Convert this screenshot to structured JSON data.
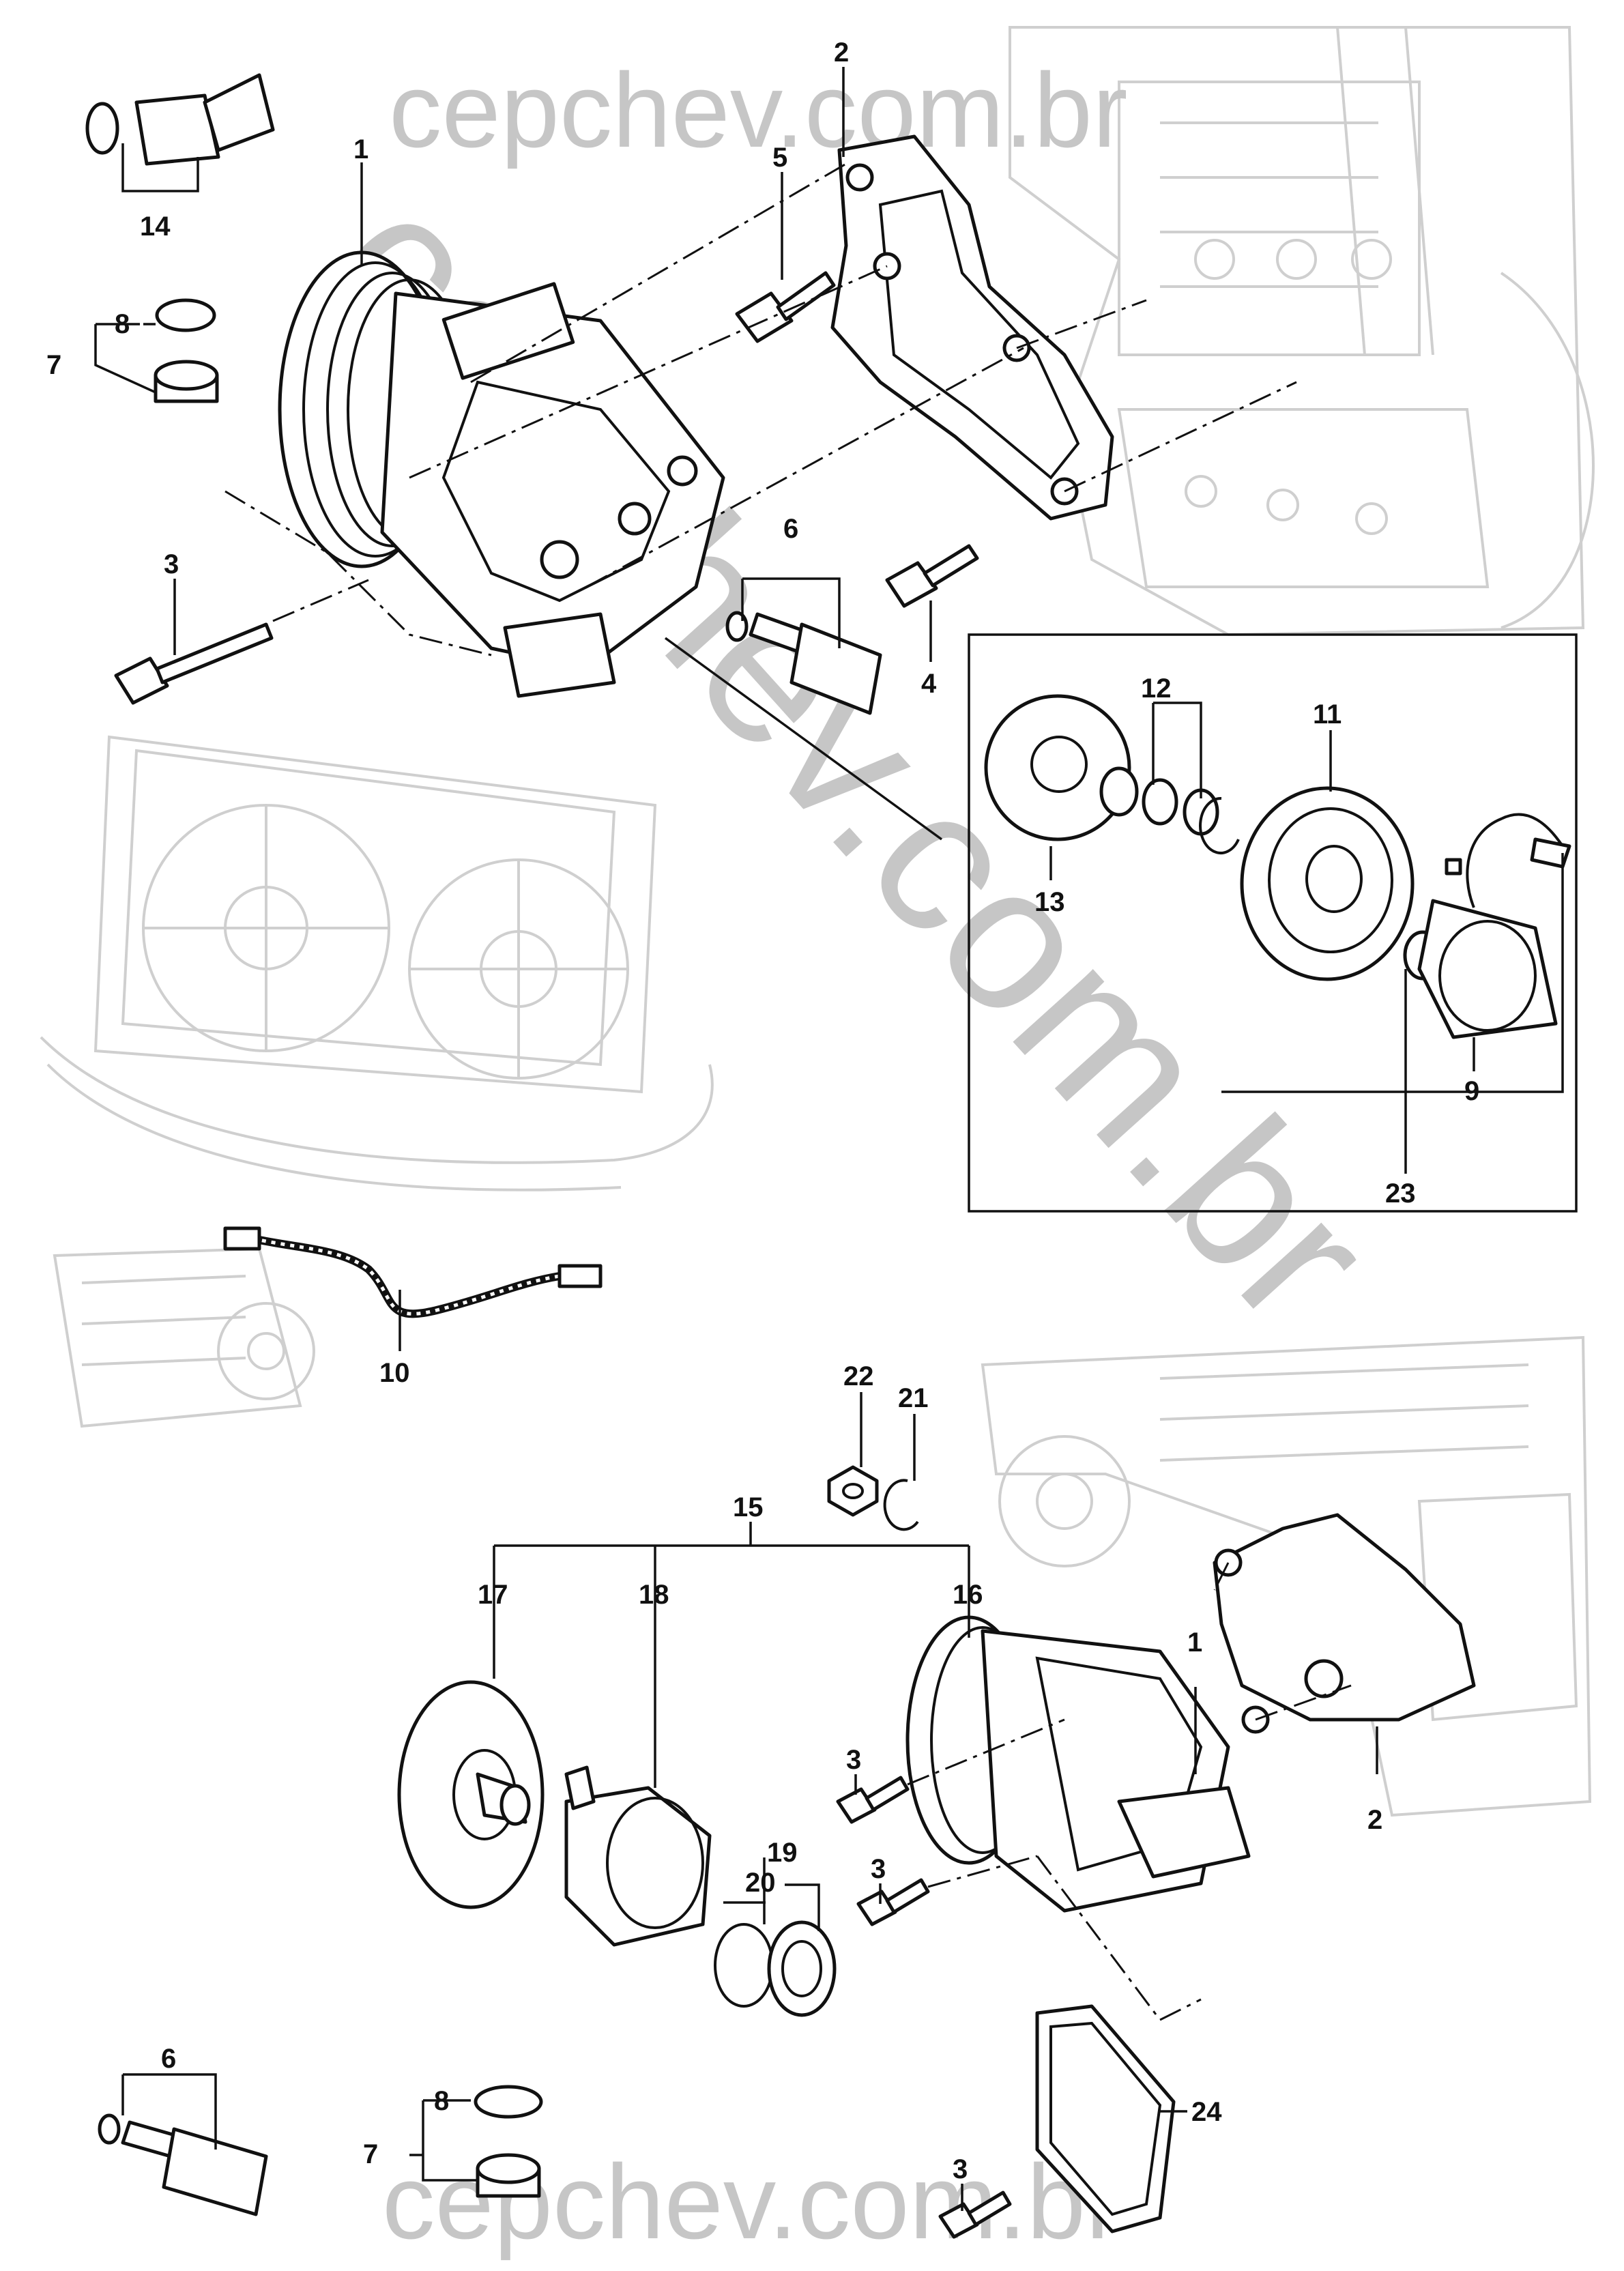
{
  "watermark": {
    "top": "cepchev.com.br",
    "diagonal": "cepchev.com.br",
    "bottom": "cepchev.com.br"
  },
  "callouts": {
    "c1a": "1",
    "c2a": "2",
    "c3a": "3",
    "c4": "4",
    "c5": "5",
    "c6a": "6",
    "c7a": "7",
    "c8a": "8",
    "c9": "9",
    "c10": "10",
    "c11": "11",
    "c12": "12",
    "c13": "13",
    "c14": "14",
    "c15": "15",
    "c16": "16",
    "c17": "17",
    "c18": "18",
    "c19": "19",
    "c20": "20",
    "c21": "21",
    "c22": "22",
    "c23": "23",
    "c24": "24",
    "c1b": "1",
    "c2b": "2",
    "c3b": "3",
    "c3c": "3",
    "c3d": "3",
    "c6b": "6",
    "c7b": "7",
    "c8b": "8"
  }
}
